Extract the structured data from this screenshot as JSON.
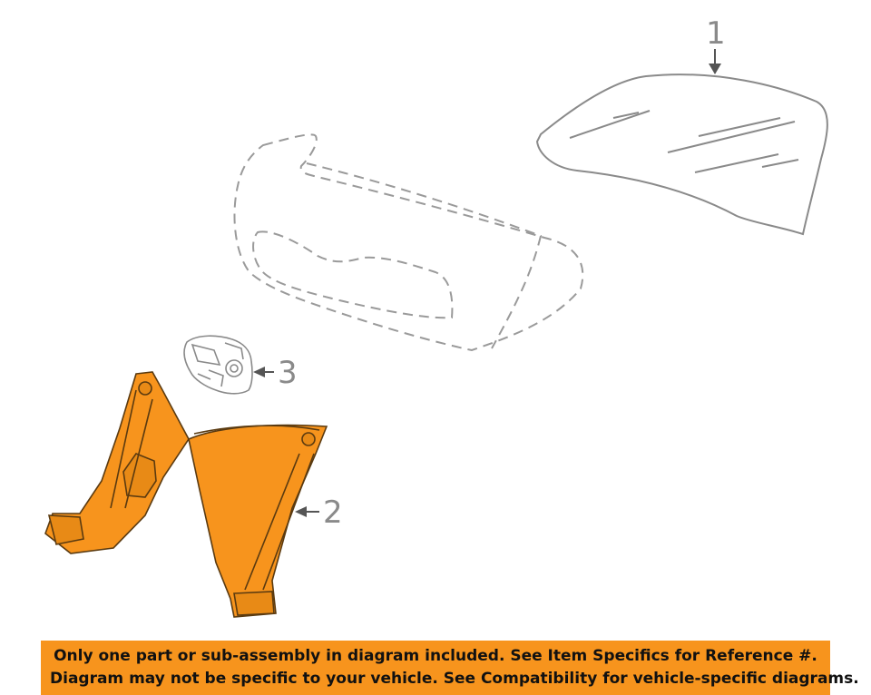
{
  "colors": {
    "highlight": "#F7941D",
    "banner_background": "#F7941D",
    "outline": "#8a8a8a",
    "part_stroke": "#5a3a10",
    "text": "#111111"
  },
  "callouts": [
    "1",
    "2",
    "3"
  ],
  "banner": {
    "line1": "Only one part or sub-assembly in diagram included. See Item Specifics for Reference #.",
    "line2": "Diagram may not be specific to your vehicle. See Compatibility for vehicle-specific diagrams."
  }
}
